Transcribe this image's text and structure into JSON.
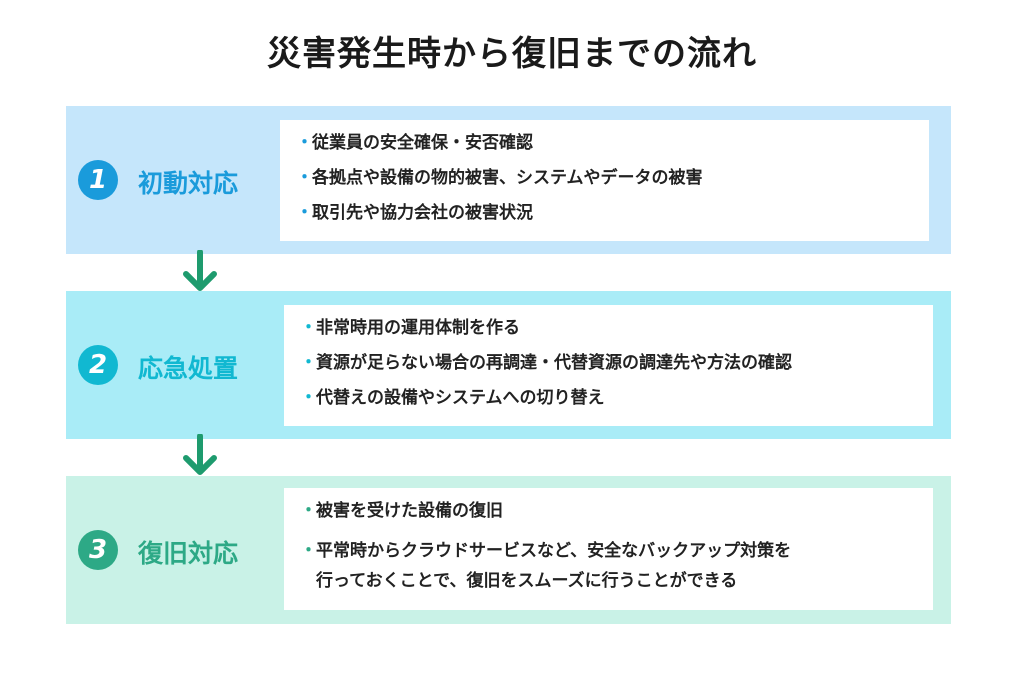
{
  "title": "災害発生時から復旧までの流れ",
  "steps": [
    {
      "number": "1",
      "label": "初動対応",
      "bg": "#c5e6fb",
      "accent": "#1a9bdb",
      "items": [
        "従業員の安全確保・安否確認",
        "各拠点や設備の物的被害、システムやデータの被害",
        "取引先や協力会社の被害状況"
      ]
    },
    {
      "number": "2",
      "label": "応急処置",
      "bg": "#a9ecf7",
      "accent": "#11b8d1",
      "items": [
        "非常時用の運用体制を作る",
        "資源が足らない場合の再調達・代替資源の調達先や方法の確認",
        "代替えの設備やシステムへの切り替え"
      ]
    },
    {
      "number": "3",
      "label": "復旧対応",
      "bg": "#c9f2e7",
      "accent": "#2da986",
      "items": [
        "被害を受けた設備の復旧",
        "平常時からクラウドサービスなど、安全なバックアップ対策を",
        "行っておくことで、復旧をスムーズに行うことができる"
      ]
    }
  ],
  "arrow_color": "#1e9b6e",
  "bullet": "・"
}
